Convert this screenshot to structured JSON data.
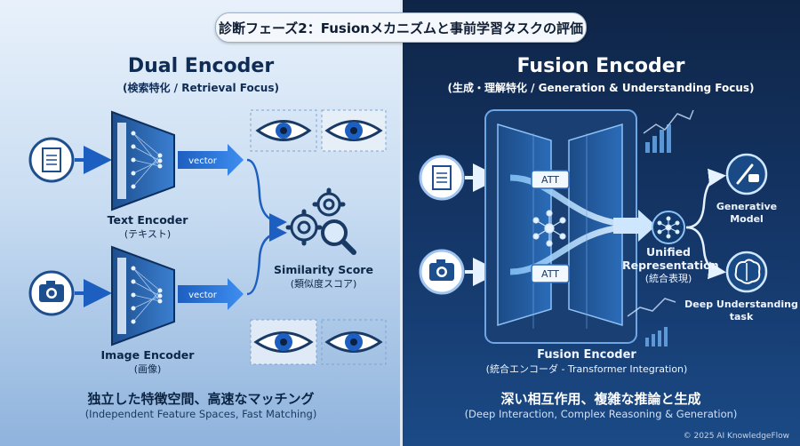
{
  "title": "診断フェーズ2：Fusionメカニズムと事前学習タスクの評価",
  "left": {
    "heading": "Dual Encoder",
    "subheading": "(検索特化 / Retrieval Focus)",
    "text_encoder": "Text Encoder",
    "text_encoder_sub": "(テキスト)",
    "image_encoder": "Image Encoder",
    "image_encoder_sub": "(画像)",
    "vector": "vector",
    "similarity": "Similarity Score",
    "similarity_sub": "(類似度スコア)",
    "summary": "独立した特徴空間、高速なマッチング",
    "summary_en": "(Independent Feature Spaces, Fast Matching)"
  },
  "right": {
    "heading": "Fusion Encoder",
    "subheading": "(生成・理解特化 / Generation & Understanding Focus)",
    "att": "ATT",
    "fusion_label": "Fusion Encoder",
    "fusion_sub": "(統合エンコーダ - Transformer Integration)",
    "unified_1": "Unified",
    "unified_2": "Representation",
    "unified_sub": "(統合表現)",
    "generative_1": "Generative",
    "generative_2": "Model",
    "deep": "Deep Understanding",
    "task": "task",
    "summary": "深い相互作用、複雑な推論と生成",
    "summary_en": "(Deep Interaction, Complex Reasoning & Generation)"
  },
  "copyright": "© 2025 AI KnowledgeFlow",
  "colors": {
    "accent": "#1f6fd6",
    "dark_navy": "#0f2547",
    "light_bg": "#e8f1fb"
  }
}
